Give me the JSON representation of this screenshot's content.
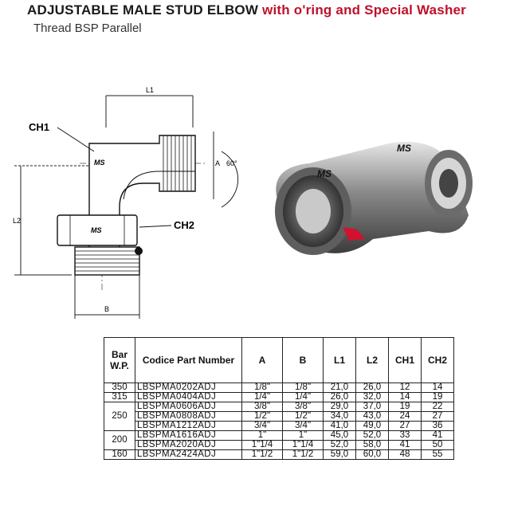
{
  "header": {
    "title_main": "ADJUSTABLE MALE STUD ELBOW",
    "title_accent": "with o'ring and Special Washer",
    "subtitle": "Thread BSP Parallel",
    "accent_color": "#c0102a"
  },
  "drawing": {
    "label_ch1": "CH1",
    "label_ch2": "CH2",
    "label_l1": "L1",
    "label_l2": "L2",
    "label_b": "B",
    "label_a": "A",
    "label_angle": "60°",
    "logo_text": "MS"
  },
  "photo": {
    "logo_text": "MS",
    "washer_color": "#d0122e"
  },
  "table": {
    "headers": {
      "bar": "Bar W.P.",
      "code": "Codice Part Number",
      "a": "A",
      "b": "B",
      "l1": "L1",
      "l2": "L2",
      "ch1": "CH1",
      "ch2": "CH2"
    },
    "rows": [
      {
        "bar": "350",
        "code": "LBSPMA0202ADJ",
        "a": "1/8\"",
        "b": "1/8\"",
        "l1": "21,0",
        "l2": "26,0",
        "ch1": "12",
        "ch2": "14"
      },
      {
        "bar": "315",
        "code": "LBSPMA0404ADJ",
        "a": "1/4\"",
        "b": "1/4\"",
        "l1": "26,0",
        "l2": "32,0",
        "ch1": "14",
        "ch2": "19"
      },
      {
        "bar": "250",
        "code": "LBSPMA0606ADJ",
        "a": "3/8\"",
        "b": "3/8\"",
        "l1": "29,0",
        "l2": "37,0",
        "ch1": "19",
        "ch2": "22"
      },
      {
        "bar": "",
        "code": "LBSPMA0808ADJ",
        "a": "1/2\"",
        "b": "1/2\"",
        "l1": "34,0",
        "l2": "43,0",
        "ch1": "24",
        "ch2": "27"
      },
      {
        "bar": "",
        "code": "LBSPMA1212ADJ",
        "a": "3/4\"",
        "b": "3/4\"",
        "l1": "41,0",
        "l2": "49,0",
        "ch1": "27",
        "ch2": "36"
      },
      {
        "bar": "200",
        "code": "LBSPMA1616ADJ",
        "a": "1\"",
        "b": "1\"",
        "l1": "45,0",
        "l2": "52,0",
        "ch1": "33",
        "ch2": "41"
      },
      {
        "bar": "",
        "code": "LBSPMA2020ADJ",
        "a": "1\"1/4",
        "b": "1\"1/4",
        "l1": "52,0",
        "l2": "58,0",
        "ch1": "41",
        "ch2": "50"
      },
      {
        "bar": "160",
        "code": "LBSPMA2424ADJ",
        "a": "1\"1/2",
        "b": "1\"1/2",
        "l1": "59,0",
        "l2": "60,0",
        "ch1": "48",
        "ch2": "55"
      }
    ]
  }
}
